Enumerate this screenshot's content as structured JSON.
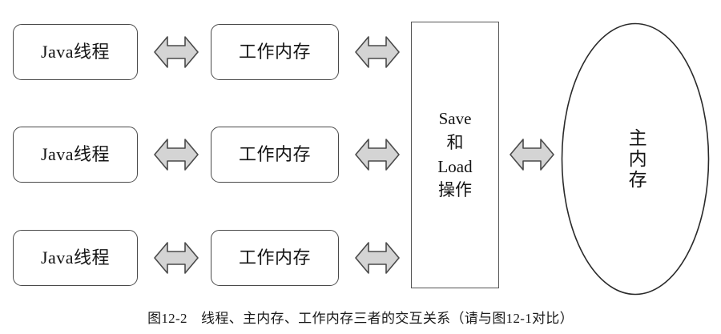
{
  "figure": {
    "caption": "图12-2　线程、主内存、工作内存三者的交互关系（请与图12-1对比）",
    "caption_number": "图12-2",
    "caption_title": "线程、主内存、工作内存三者的交互关系（请与图12-1对比）"
  },
  "colors": {
    "background": "#ffffff",
    "box_border": "#4a4a4a",
    "rect_border": "#555555",
    "ellipse_border": "#2a2a2a",
    "arrow_fill": "#d4d4d4",
    "arrow_stroke": "#4a4a4a",
    "text": "#141414"
  },
  "rows": [
    {
      "thread_label": "Java线程",
      "working_label": "工作内存",
      "arrow_a": "double-headed-arrow",
      "arrow_b": "double-headed-arrow"
    },
    {
      "thread_label": "Java线程",
      "working_label": "工作内存",
      "arrow_a": "double-headed-arrow",
      "arrow_b": "double-headed-arrow"
    },
    {
      "thread_label": "Java线程",
      "working_label": "工作内存",
      "arrow_a": "double-headed-arrow",
      "arrow_b": "double-headed-arrow"
    }
  ],
  "save_load": {
    "lines": [
      "Save",
      "和",
      "Load",
      "操作"
    ],
    "line1": "Save",
    "line2": "和",
    "line3": "Load",
    "line4": "操作"
  },
  "main_memory": {
    "label": "主内存"
  },
  "middle_arrow": {
    "icon": "double-headed-arrow"
  }
}
